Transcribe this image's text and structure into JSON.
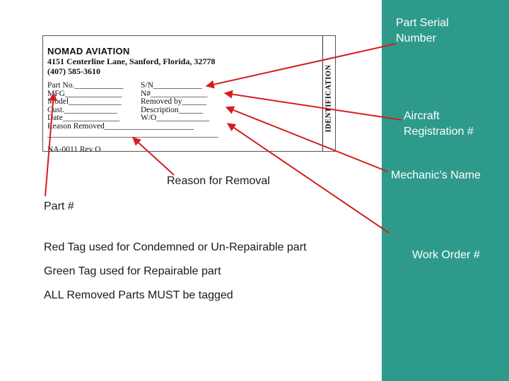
{
  "tag": {
    "company": "NOMAD AVIATION",
    "address": "4151 Centerline Lane, Sanford, Florida, 32778",
    "phone": "(407) 585-3610",
    "fields": [
      {
        "left": "Part No.____________",
        "right": "S/N____________"
      },
      {
        "left": "MFG______________",
        "right": "N#______________"
      },
      {
        "left": "Model_____________",
        "right": "Removed by______"
      },
      {
        "left": "Cust._____________",
        "right": "Description______"
      },
      {
        "left": "Date______________",
        "right": "W/O_____________"
      }
    ],
    "reason": "Reason Removed______________________",
    "blank": "__________________________________________",
    "rev": "NA-0011 Rev O",
    "side": "IDENTIFICATION"
  },
  "callouts": {
    "serial": "Part Serial Number",
    "aircraft": "Aircraft Registration #",
    "mechanic": "Mechanic’s Name",
    "work_order": "Work Order #",
    "reason": "Reason for Removal",
    "part": "Part #"
  },
  "notes": [
    "Red Tag used for Condemned or Un-Repairable part",
    "Green Tag used for Repairable part",
    "ALL Removed Parts MUST be tagged"
  ],
  "colors": {
    "sidebar": "#2e9a8c",
    "arrow": "#d21f1f"
  }
}
